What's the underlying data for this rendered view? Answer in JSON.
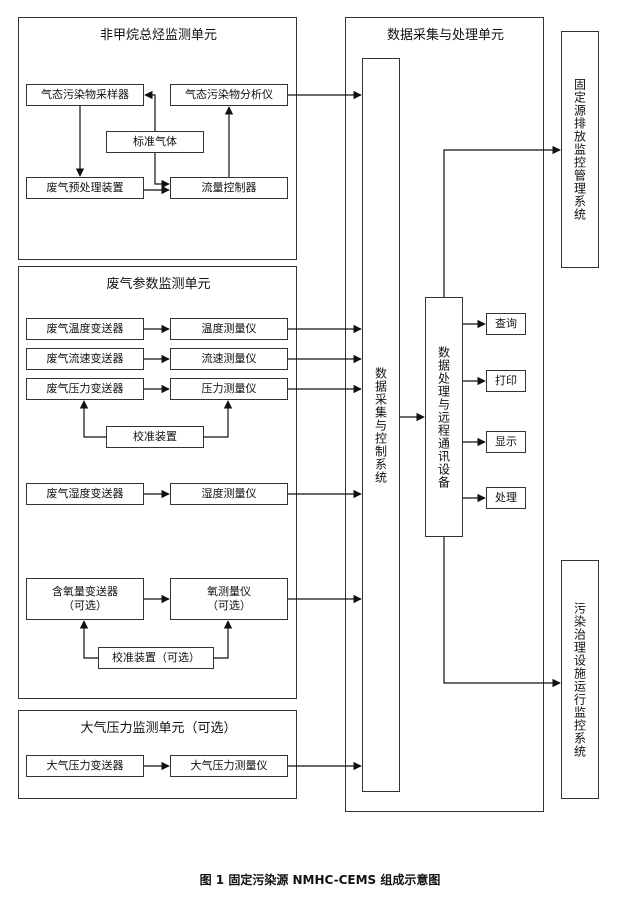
{
  "groups": {
    "nmhc_unit": "非甲烷总烃监测单元",
    "exhaust_unit": "废气参数监测单元",
    "atm_unit": "大气压力监测单元（可选）",
    "daq_unit": "数据采集与处理单元"
  },
  "nmhc": {
    "sampler": "气态污染物采样器",
    "analyzer": "气态污染物分析仪",
    "standard_gas": "标准气体",
    "pretreatment": "废气预处理装置",
    "flow_controller": "流量控制器"
  },
  "exhaust": {
    "temp_tx": "废气温度变送器",
    "temp_meter": "温度测量仪",
    "flow_tx": "废气流速变送器",
    "flow_meter": "流速测量仪",
    "press_tx": "废气压力变送器",
    "press_meter": "压力测量仪",
    "calib": "校准装置",
    "humid_tx": "废气湿度变送器",
    "humid_meter": "湿度测量仪",
    "oxygen_tx": "含氧量变送器\n（可选）",
    "oxygen_meter": "氧测量仪\n（可选）",
    "oxygen_calib": "校准装置（可选）"
  },
  "atm": {
    "tx": "大气压力变送器",
    "meter": "大气压力测量仪"
  },
  "daq": {
    "control_system": "数据采集与控制系统",
    "comm_device": "数据处理与远程通讯设备",
    "query": "查询",
    "print": "打印",
    "display": "显示",
    "process": "处理"
  },
  "outputs": {
    "fixed_source": "固定源排放监控管理系统",
    "treatment": "污染治理设施运行监控系统"
  },
  "caption": "图 1   固定污染源 NMHC-CEMS 组成示意图"
}
